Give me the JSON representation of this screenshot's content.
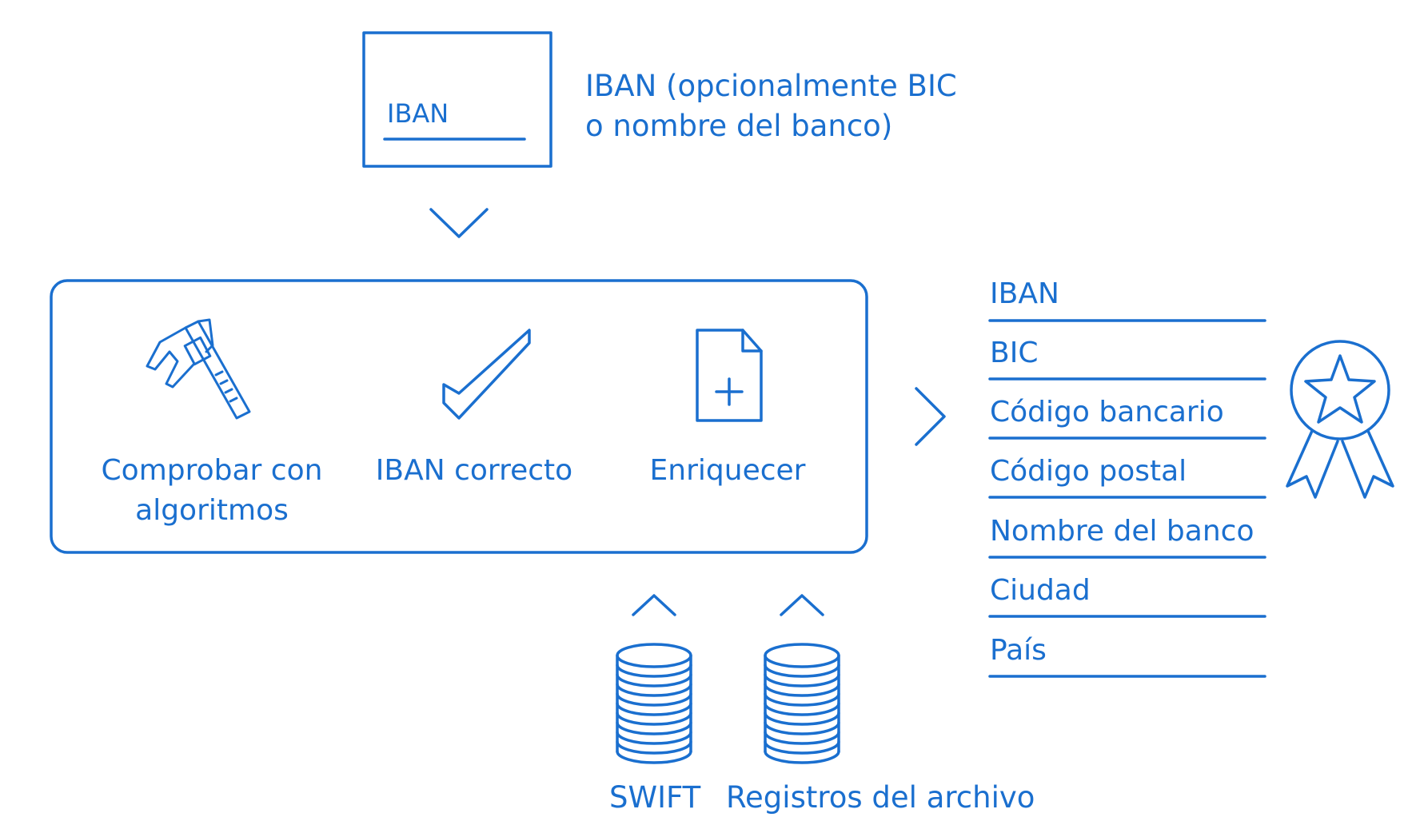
{
  "input_card": {
    "field_label": "IBAN"
  },
  "input_description": {
    "line1": "IBAN (opcionalmente BIC",
    "line2": "o nombre del banco)"
  },
  "process": {
    "steps": [
      {
        "label": "Comprobar con algoritmos",
        "icon": "caliper-icon"
      },
      {
        "label": "IBAN correcto",
        "icon": "checkmark-icon"
      },
      {
        "label": "Enriquecer",
        "icon": "add-document-icon"
      }
    ]
  },
  "sources": [
    {
      "label": "SWIFT",
      "icon": "database-icon"
    },
    {
      "label": "Registros del archivo",
      "icon": "database-icon"
    }
  ],
  "output": {
    "fields": [
      "IBAN",
      "BIC",
      "Código bancario",
      "Código postal",
      "Nombre del banco",
      "Ciudad",
      "País"
    ],
    "badge_icon": "award-ribbon-icon"
  },
  "colors": {
    "accent": "#1a6fcf",
    "background": "#ffffff"
  }
}
